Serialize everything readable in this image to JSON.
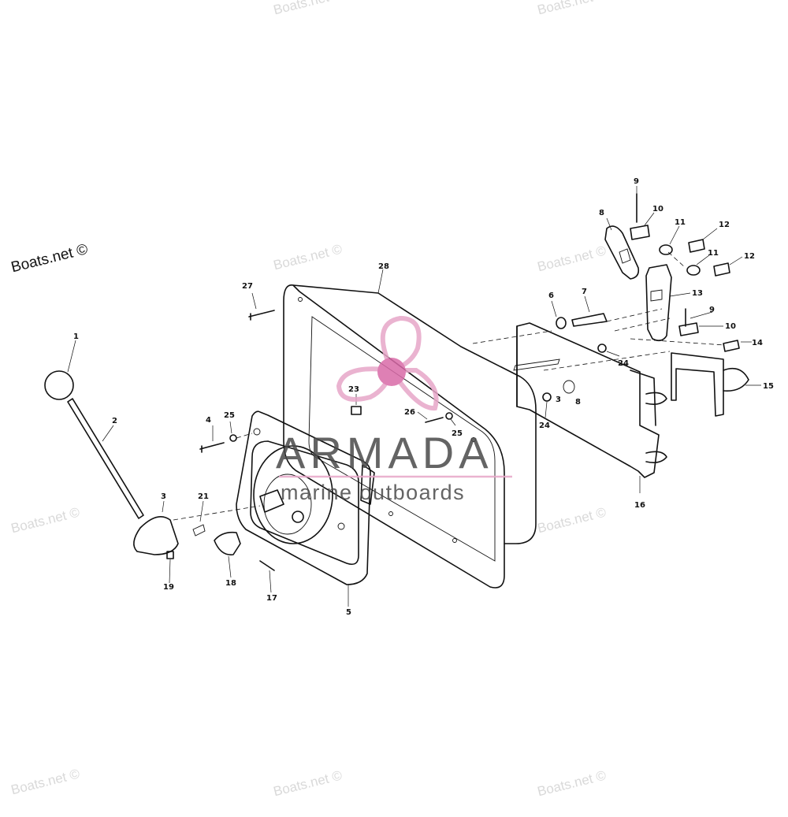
{
  "watermarks": {
    "site_text": "Boats.net ©",
    "logo_brand": "ARMADA",
    "logo_tagline": "marine outboards"
  },
  "callouts": [
    "1",
    "2",
    "3",
    "3",
    "4",
    "5",
    "6",
    "7",
    "8",
    "8",
    "9",
    "9",
    "10",
    "10",
    "11",
    "11",
    "12",
    "12",
    "13",
    "14",
    "15",
    "16",
    "17",
    "18",
    "19",
    "21",
    "23",
    "24",
    "24",
    "25",
    "25",
    "26",
    "27",
    "28"
  ],
  "colors": {
    "line": "#111111",
    "watermark": "#d9d9d9",
    "logo_pink": "#e7a6c8",
    "logo_magenta": "#d96aa8",
    "logo_text": "#4a4a4a"
  }
}
